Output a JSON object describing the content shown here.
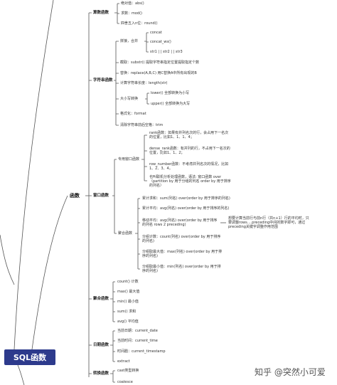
{
  "root": "SQL函数",
  "main": "函数",
  "watermark": "知乎 @突然小可爱",
  "math": {
    "title": "算数函数",
    "items": [
      "绝对值：abs()",
      "求数：mod()",
      "四舍五入n位：round()"
    ]
  },
  "string": {
    "title": "字符串函数",
    "concat_group": "拼接，合并",
    "concat_items": [
      "concat",
      "concat_ws()",
      "str1 | | str2 | | str3"
    ],
    "substr": "截取：substr() 提取字符串指定位置提取指定个数",
    "replace": "替换：replace(A,B,C) 用C替换A中所有出现的B",
    "length": "计算字符串长度：length(str)",
    "case_group": "大小写转换",
    "case_items": [
      "lower() 全部转换为小写",
      "upper() 全部转换为大写"
    ],
    "format": "格式化：format",
    "trim": "清除字符串前后空格：trim"
  },
  "window": {
    "title": "窗口函数",
    "ranking_group": "专用窗口函数",
    "rank": "rank函数：如果有并列名次的行，会占用下一名次的位置，比如1、1、1、4；",
    "dense_rank": "dense_rank函数：有并列的行，不占用下一名次的位置，比如1、1、2；",
    "row_number": "row_number函数：不考虑并列名次的情况，比如1、2、3、4。",
    "note": "也叫联机分析处理函数，语法: 窗口函数 over（partition by 用于分组的列名 order by 用于排序的列名）",
    "agg_group": "聚合函数",
    "sum": "累计求和：sum(列名) over(order by 用于排序的列名)",
    "avg": "累计平均：avg(列名) over(order by 用于排序的列名)",
    "moving_avg": "移动平均：avg(列名) over(order by 用于排序的列名 rows 2 preceding)",
    "moving_note": "想要计算当前行与前n行（共n+1）行的平均时，只要调整rows….preceding中间的数字即可，通过preceding关键字调整作用范围",
    "count": "分组计数：count(列名) over(order by 用于排序的列名)",
    "max": "分组取最大值：max(列名) over(order by 用于排序的列名)",
    "min": "分组取最小值：min(列名) over(order by 用于排序的列名)"
  },
  "aggregate": {
    "title": "聚合函数",
    "items": [
      "count() 计数",
      "max() 最大值",
      "min() 最小值",
      "sum() 求和",
      "avg() 平均值"
    ]
  },
  "date": {
    "title": "日期函数",
    "items": [
      "当前日期：current_date",
      "当前时间：current_time",
      "时间戳：current_timestamp",
      "extract"
    ]
  },
  "convert": {
    "title": "转换函数",
    "items": [
      "cast类型转换",
      "coalesce"
    ]
  }
}
